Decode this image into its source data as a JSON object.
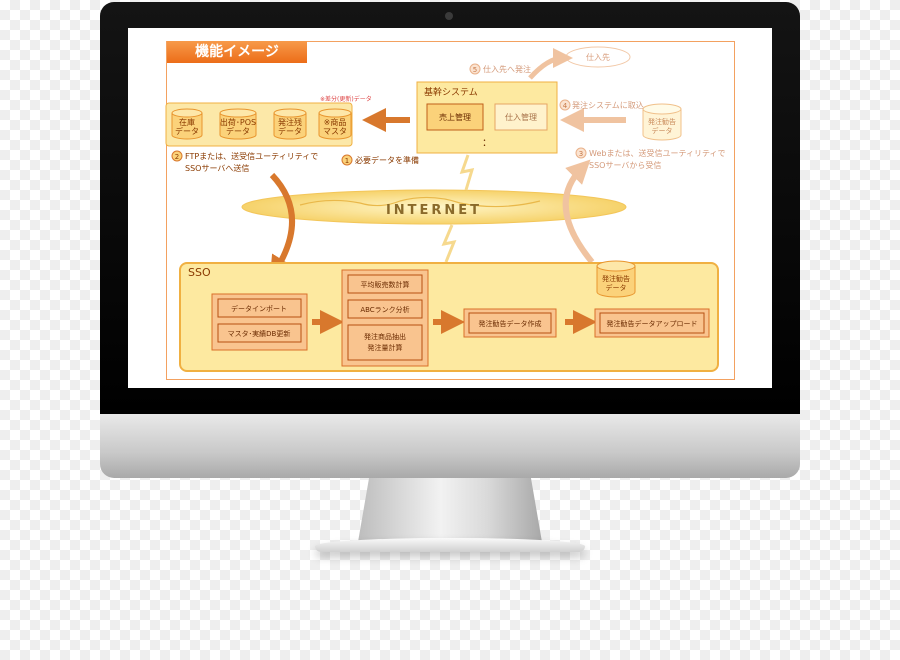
{
  "title": "機能イメージ",
  "databases": [
    {
      "id": "stock",
      "label": "在庫\nデータ"
    },
    {
      "id": "shipping",
      "label": "出荷･POS\nデータ"
    },
    {
      "id": "order-balance",
      "label": "発注残\nデータ"
    },
    {
      "id": "product",
      "label": "※商品\nマスタ"
    }
  ],
  "diff_note": "※差分(更新)データ",
  "core_system": {
    "title": "基幹システム",
    "sales": "売上管理",
    "purchase": "仕入管理",
    "more": "："
  },
  "supplier": "仕入先",
  "steps": {
    "s1": "必要データを準備",
    "s2": "FTPまたは、送受信ユーティリティで\nSSOサーバへ送信",
    "s3": "Webまたは、送受信ユーティリティで\nSSOサーバから受信",
    "s4": "発注システムに取込",
    "s5": "仕入先へ発注"
  },
  "step_numbers": [
    "1",
    "2",
    "3",
    "4",
    "5"
  ],
  "internet": "INTERNET",
  "recommend_db": "発注勧告\nデータ",
  "sso": {
    "title": "SSO",
    "import": "データインポート",
    "update": "マスタ･実績DB更新",
    "avg": "平均販売数計算",
    "abc": "ABCランク分析",
    "extract": "発注商品抽出\n発注量計算",
    "create": "発注勧告データ作成",
    "upload": "発注勧告データアップロード"
  },
  "colors": {
    "accent": "#ec6d18",
    "box": "#f9c48f",
    "box_stroke": "#d9702a",
    "yellow": "#fde9a0"
  }
}
